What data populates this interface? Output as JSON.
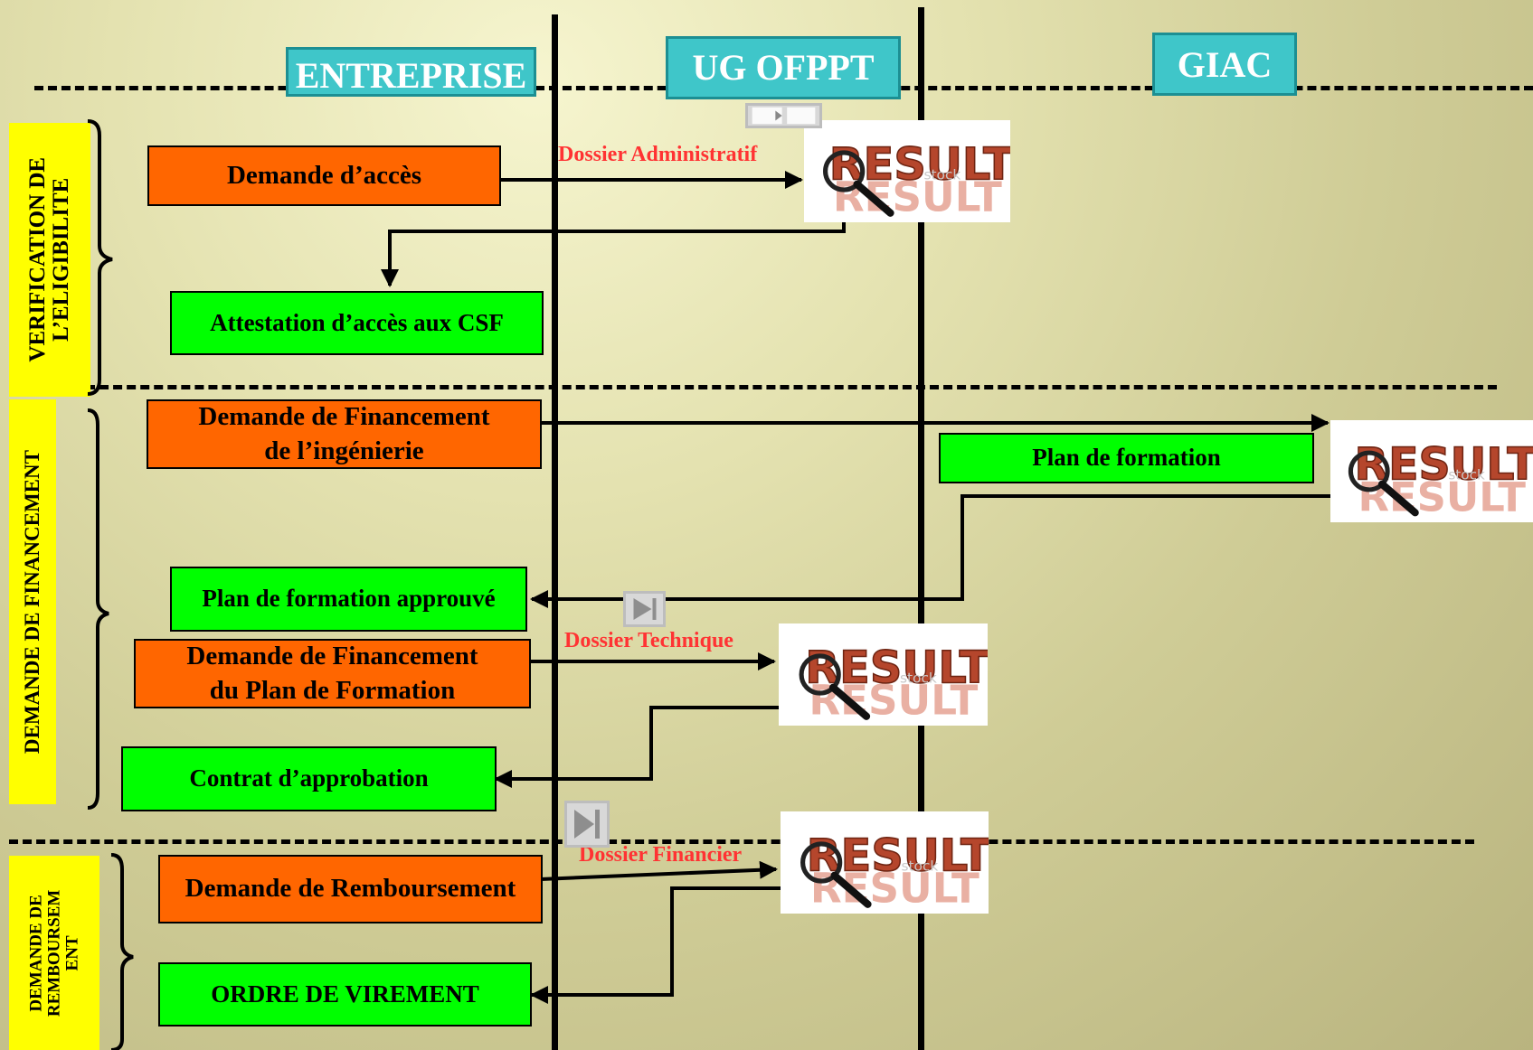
{
  "lanes": {
    "entreprise": "ENTREPRISE",
    "ug_ofppt": "UG OFPPT",
    "giac": "GIAC"
  },
  "phases": {
    "eligibilite": [
      "VERIFICATION DE",
      "L’ELIGIBILITE"
    ],
    "financement": "DEMANDE DE FINANCEMENT",
    "remboursement": [
      "DEMANDE DE",
      "REMBOURSEM",
      "ENT"
    ]
  },
  "steps": {
    "demande_acces": "Demande d’accès",
    "attestation": "Attestation d’accès aux CSF",
    "demande_ingenierie": [
      "Demande de Financement",
      "de l’ingénierie"
    ],
    "plan_formation": "Plan de formation",
    "plan_approuve": "Plan de formation approuvé",
    "demande_plan": [
      "Demande de Financement",
      "du Plan de Formation"
    ],
    "contrat": "Contrat d’approbation",
    "demande_remboursement": "Demande de Remboursement",
    "ordre_virement": "ORDRE DE VIREMENT"
  },
  "documents": {
    "administratif": "Dossier Administratif",
    "technique": "Dossier Technique",
    "financier": "Dossier Financier"
  },
  "result_image": {
    "word": "RESULT",
    "watermark": "stock"
  },
  "icons": [
    "result-magnifier-icon",
    "play-next-icon"
  ],
  "colors": {
    "header_bg": "#3fc6c9",
    "request_box": "#ff6600",
    "output_box": "#00ff00",
    "phase_label": "#ffff00",
    "document_label": "#ff3333"
  }
}
